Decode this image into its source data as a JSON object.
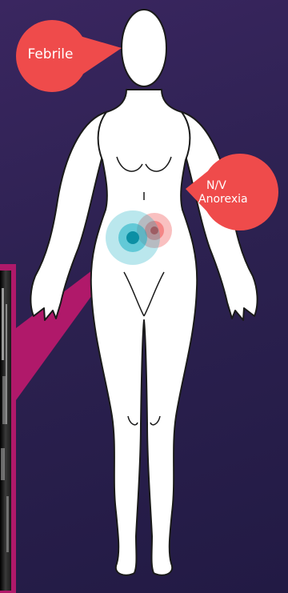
{
  "callouts": {
    "febrile": {
      "label": "Febrile",
      "color": "#ef4b4b"
    },
    "nausea": {
      "line1": "N/V",
      "line2": "Anorexia",
      "color": "#ef4b4b"
    }
  },
  "markers": {
    "pain_origin": {
      "color": "#ef4b4b",
      "meaning": "periumbilical"
    },
    "pain_migrated": {
      "color": "#1ab0c4",
      "meaning": "right lower quadrant"
    }
  },
  "pointer": {
    "color": "#b0196a"
  },
  "colors": {
    "body_fill": "#ffffff",
    "body_stroke": "#1a1a1a",
    "background": "#2c2150"
  }
}
